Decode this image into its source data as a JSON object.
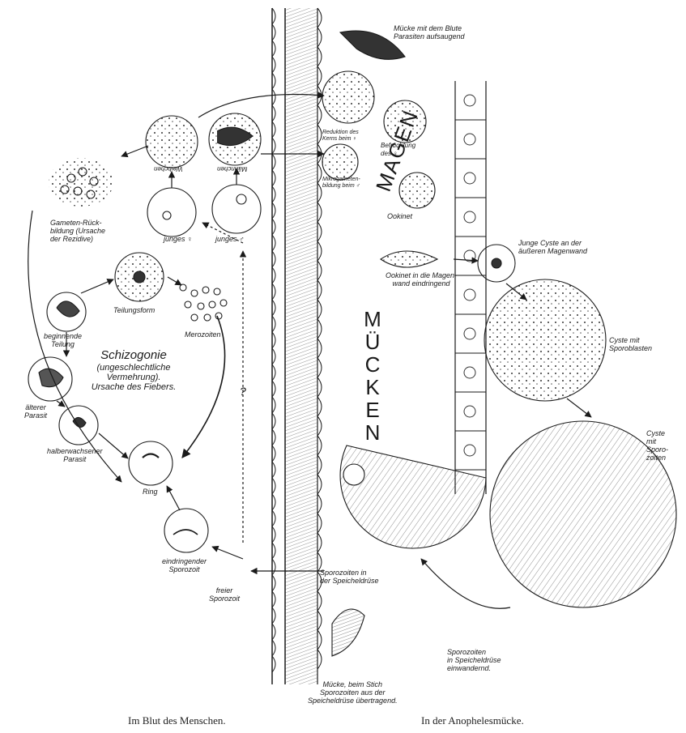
{
  "labels": {
    "muecke_blut": "Mücke mit dem Blute\nParasiten aufsaugend",
    "reduktion": "Reduktion des\nKerns beim ♀",
    "befruchtung": "Befruchtung\ndes ♀",
    "mikrogameten": "Mikrogameten-\nbildung beim ♂",
    "ookinet": "Ookinet",
    "weibchen": "Weibchen",
    "maennchen": "Männchen",
    "junges_w": "junges ♀",
    "junges_m": "junges ♂",
    "gameten_rueck": "Gameten-Rück-\nbildung (Ursache\nder Rezidive)",
    "teilungsform": "Teilungsform",
    "merozoiten": "Merozoiten",
    "teilung": "beginnende\nTeilung",
    "aelterer": "älterer\nParasit",
    "halberwachsen": "halberwachsener\nParasit",
    "ring": "Ring",
    "eindringender": "eindringender\nSporozoit",
    "freier": "freier\nSporozoit",
    "question": "?",
    "junge_cyste": "Junge Cyste an der\näußeren Magenwand",
    "ookinet_magen": "Ookinet in die Magen-\nwand eindringend",
    "cyste_sporoblasten": "Cyste mit\nSporoblasten",
    "cyste_sporozoiten": "Cyste\nmit\nSporo-\nzoiten",
    "sporozoiten_speicheldruese": "Sporozoiten in\nder Speicheldrüse",
    "sporozoiten_einwandernd": "Sporozoiten\nin Speicheldrüse\neinwandernd.",
    "muecke_stich": "Mücke, beim Stich\nSporozoiten aus der\nSpeicheldrüse übertragend."
  },
  "schizogonie": {
    "title": "Schizogonie",
    "sub": "(ungeschlechtliche\nVermehrung).\nUrsache des Fiebers."
  },
  "vertical": {
    "muecken": "MÜCKEN",
    "magen": "MAGEN"
  },
  "captions": {
    "left": "Im Blut des Menschen.",
    "right": "In der Anophelesmücke."
  },
  "colors": {
    "ink": "#1a1a1a",
    "paper": "#ffffff"
  }
}
